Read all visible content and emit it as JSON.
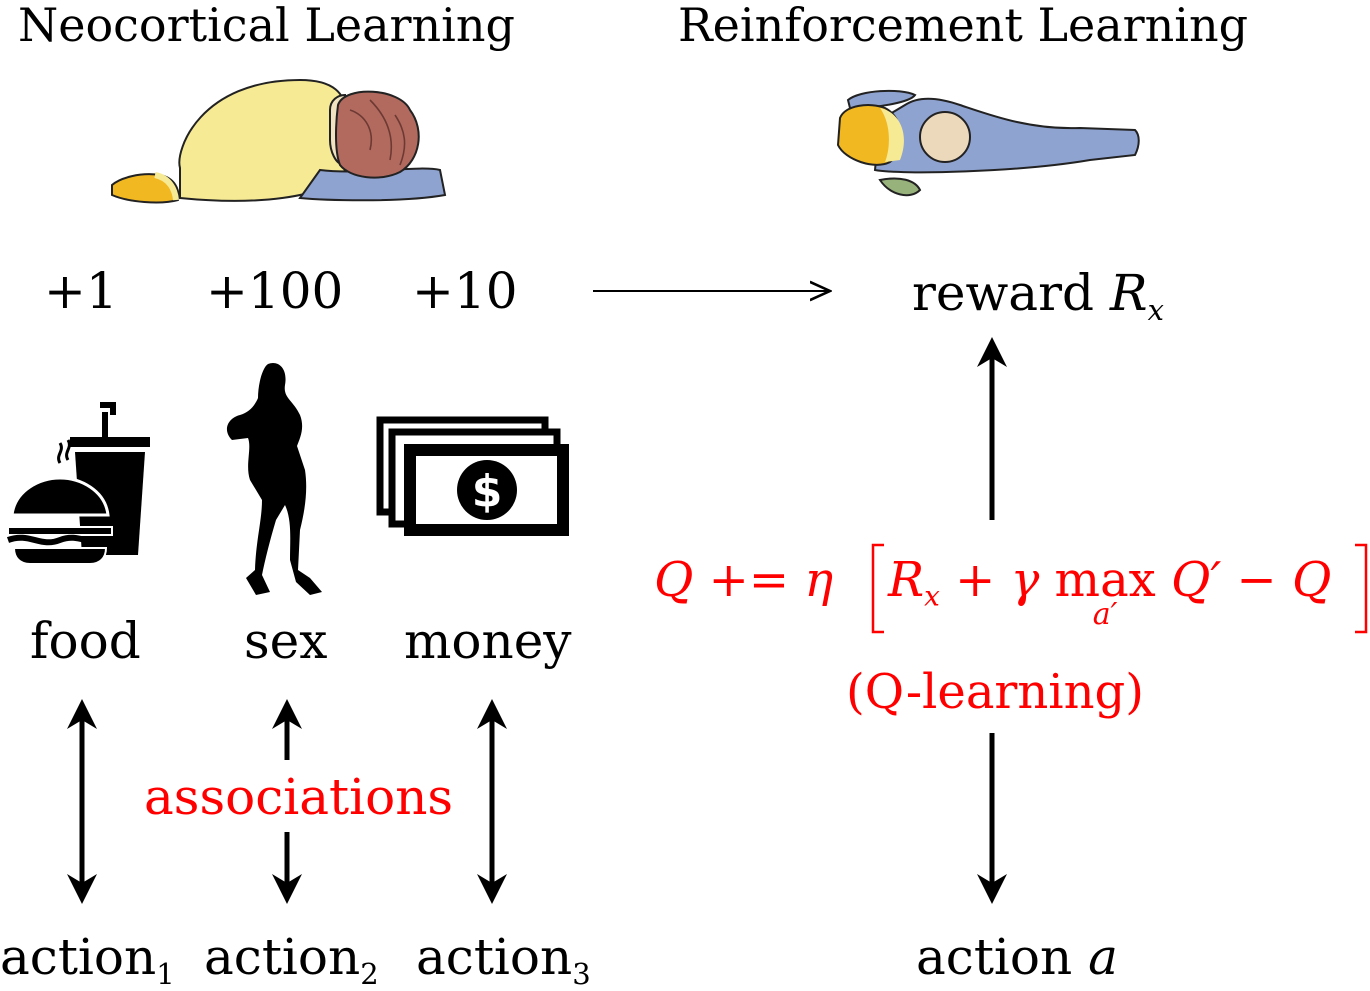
{
  "titles": {
    "left": "Neocortical Learning",
    "right": "Reinforcement Learning"
  },
  "rewards": [
    {
      "label": "+1"
    },
    {
      "label": "+100"
    },
    {
      "label": "+10"
    }
  ],
  "reward": {
    "word": "reward",
    "symbol": "R",
    "subscript": "x"
  },
  "stimuli": [
    {
      "label": "food"
    },
    {
      "label": "sex"
    },
    {
      "label": "money"
    }
  ],
  "associations_label": "associations",
  "actions": [
    {
      "label": "action",
      "sub": "1"
    },
    {
      "label": "action",
      "sub": "2"
    },
    {
      "label": "action",
      "sub": "3"
    }
  ],
  "action_a": {
    "word": "action",
    "var": "a"
  },
  "formula": {
    "q": "Q",
    "op": "+=",
    "eta": "η",
    "r": "R",
    "r_sub": "x",
    "plus": "+",
    "gamma": "γ",
    "max": "max",
    "max_sub": "a′",
    "qprime": "Q′",
    "minus": "−",
    "q2": "Q"
  },
  "formula_caption": "(Q-learning)",
  "colors": {
    "accent": "#ff0000",
    "cortex": "#f7ea94",
    "cerebellum": "#b26a5f",
    "brainstem": "#8fa3d1",
    "olfactory": "#f2b822",
    "midbrain": "#ecd9bb",
    "hypothalamus": "#98b27c"
  },
  "icons": [
    "brain-mammal-icon",
    "brain-reptile-icon",
    "food-icon",
    "silhouette-icon",
    "money-icon"
  ]
}
